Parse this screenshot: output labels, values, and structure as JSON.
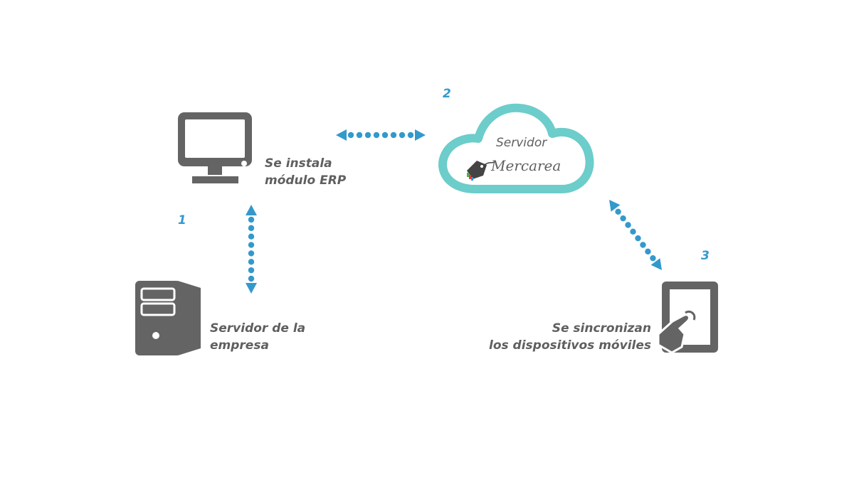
{
  "colors": {
    "icon_gray": "#646464",
    "arrow_blue": "#3399cc",
    "cloud_teal": "#6ccdcb",
    "text_gray": "#5f5f5f"
  },
  "steps": [
    {
      "number": "1",
      "label_line1": "Se instala",
      "label_line2": "módulo ERP",
      "icon": "desktop-monitor-icon"
    },
    {
      "number": "2",
      "label_line1": "Servidor",
      "label_line2": "Mercarea",
      "icon": "cloud-icon"
    },
    {
      "number": "3",
      "label_line1": "Se sincronizan",
      "label_line2": "los dispositivos móviles",
      "icon": "tablet-touch-icon"
    }
  ],
  "server": {
    "label_line1": "Servidor de la",
    "label_line2": "empresa",
    "icon": "server-tower-icon"
  },
  "connections": [
    {
      "from": "monitor",
      "to": "cloud",
      "type": "bidirectional"
    },
    {
      "from": "monitor",
      "to": "company-server",
      "type": "bidirectional"
    },
    {
      "from": "cloud",
      "to": "tablet",
      "type": "bidirectional"
    }
  ]
}
